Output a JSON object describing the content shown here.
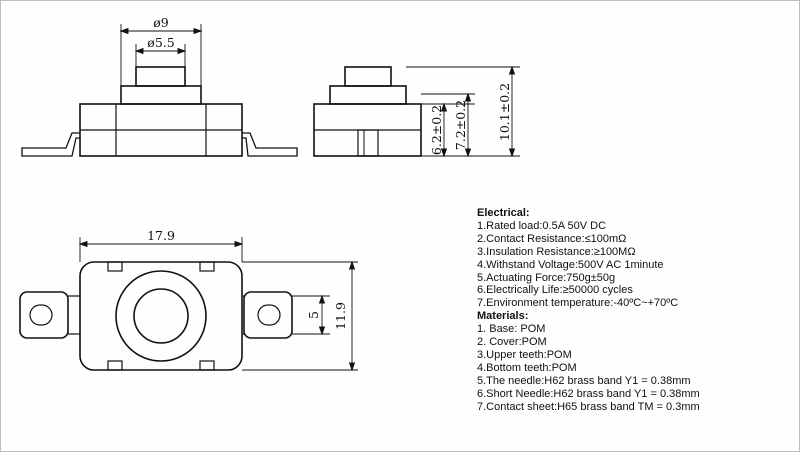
{
  "dimensions": {
    "top_width": "ø9",
    "top_button": "ø5.5",
    "side_h1": "6.2±0.2",
    "side_h2": "7.2±0.2",
    "side_h3": "10.1±0.2",
    "bottom_width": "17.9",
    "bottom_height": "11.9",
    "bottom_inner": "5"
  },
  "electrical": {
    "title": "Electrical:",
    "items": [
      "1.Rated load:0.5A 50V DC",
      "2.Contact Resistance:≤100mΩ",
      "3.Insulation Resistance:≥100MΩ",
      "4.Withstand Voltage:500V AC 1minute",
      "5.Actuating Force:750g±50g",
      "6.Electrically Life:≥50000 cycles",
      "7.Environment temperature:-40ºC~+70ºC"
    ]
  },
  "materials": {
    "title": "Materials:",
    "items": [
      "1. Base: POM",
      "2. Cover:POM",
      "3.Upper teeth:POM",
      "4.Bottom teeth:POM",
      "5.The needle:H62 brass band Y1 = 0.38mm",
      "6.Short Needle:H62 brass band Y1 = 0.38mm",
      "7.Contact sheet:H65 brass band TM = 0.3mm"
    ]
  }
}
